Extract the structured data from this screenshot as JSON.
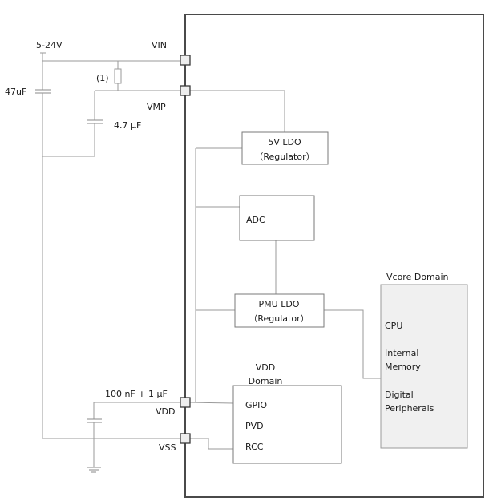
{
  "diagram": {
    "title": "Power supply scheme",
    "external": {
      "supply_label": "5-24V",
      "bulk_cap_label": "47uF",
      "resistor_note": "(1)",
      "vmp_cap_label": "4.7 µF",
      "vdd_cap_label": "100 nF + 1 µF",
      "ground_symbol": "ground-icon"
    },
    "pins": [
      {
        "id": "vin",
        "label": "VIN"
      },
      {
        "id": "vmp",
        "label": "VMP"
      },
      {
        "id": "vdd",
        "label": "VDD"
      },
      {
        "id": "vss",
        "label": "VSS"
      }
    ],
    "blocks": {
      "ldo5v": {
        "line1": "5V  LDO",
        "line2": "（Regulator）"
      },
      "adc": {
        "label": "ADC"
      },
      "pmu_ldo": {
        "line1": "PMU  LDO",
        "line2": "（Regulator）"
      },
      "vdd_domain": {
        "title_line1": "VDD",
        "title_line2": "Domain",
        "items": [
          "GPIO",
          "PVD",
          "RCC"
        ]
      },
      "vcore_domain": {
        "title": "Vcore Domain",
        "items": [
          "CPU",
          "Internal",
          "Memory",
          "Digital",
          "Peripherals"
        ]
      }
    },
    "colors": {
      "chip_outline": "#4a4a4a",
      "wire": "#9a9a9a",
      "vcore_fill": "#f0f0f0"
    }
  }
}
